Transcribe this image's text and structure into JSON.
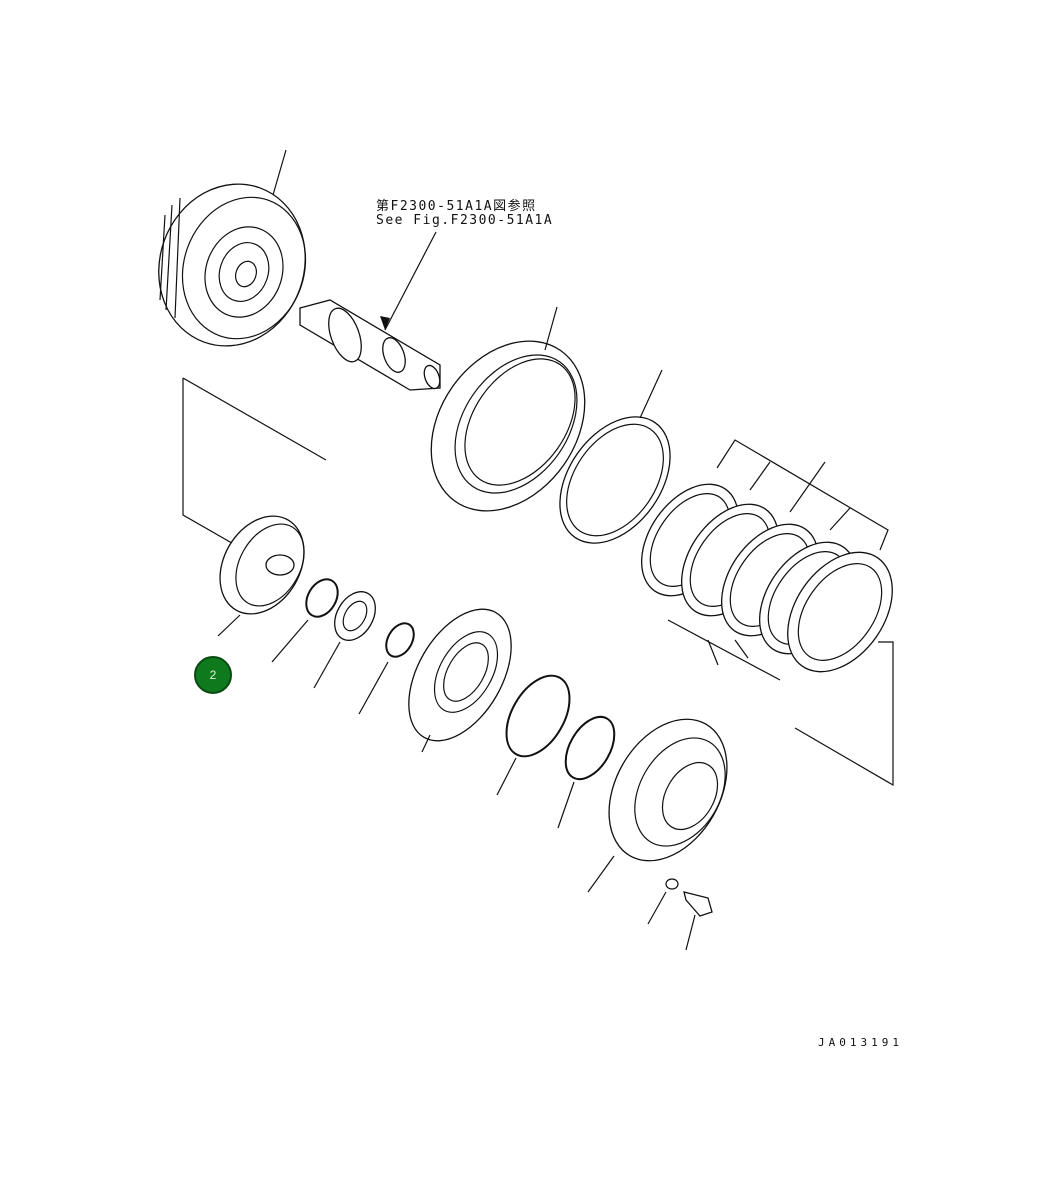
{
  "reference_note": {
    "line1": "第F2300-51A1A図参照",
    "line2": "See Fig.F2300-51A1A"
  },
  "drawing_number": "JA013191",
  "callout": {
    "label": "2",
    "color": "#0f7a1d"
  }
}
